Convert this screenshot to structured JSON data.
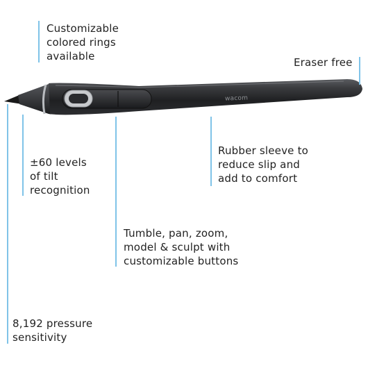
{
  "callouts": {
    "rings": "Customizable\ncolored rings\navailable",
    "eraser": "Eraser free",
    "sleeve": "Rubber sleeve to\nreduce slip and\nadd to comfort",
    "tilt": "±60 levels\nof tilt\nrecognition",
    "buttons": "Tumble, pan, zoom,\nmodel & sculpt with\ncustomizable buttons",
    "pressure": "8,192 pressure\nsensitivity"
  },
  "pen": {
    "brand": "wacom",
    "body_color": "#2b2c2e",
    "accent_color": "#7fc3e8"
  }
}
